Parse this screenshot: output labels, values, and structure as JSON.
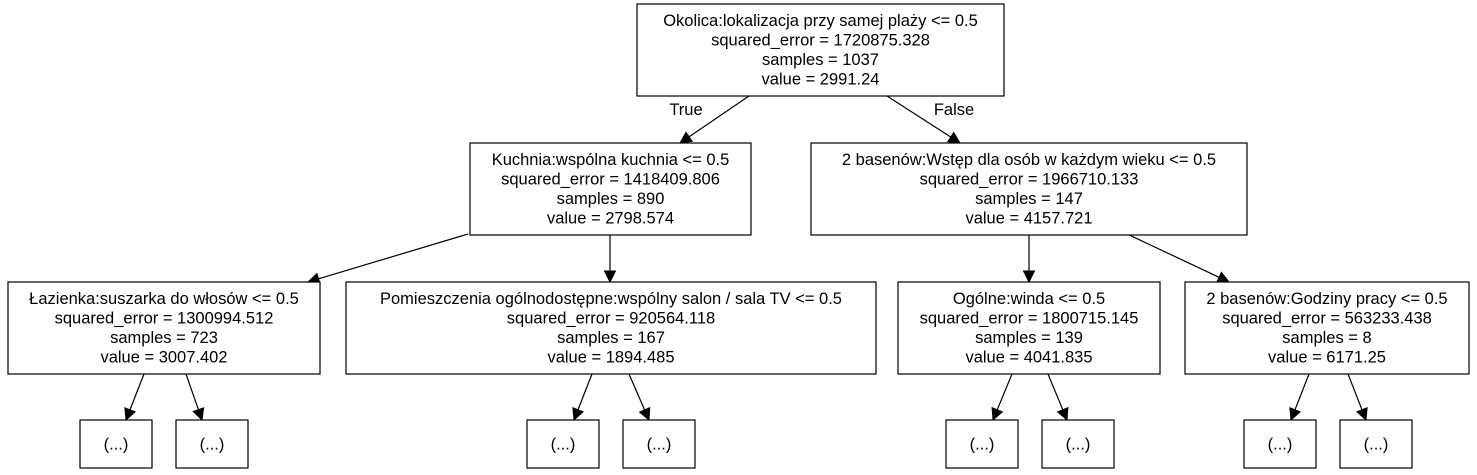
{
  "nodes": [
    {
      "id": "n0",
      "lines": [
        "Okolica:lokalizacja przy samej plaży <= 0.5",
        "squared_error = 1720875.328",
        "samples = 1037",
        "value = 2991.24"
      ]
    },
    {
      "id": "n1",
      "lines": [
        "Kuchnia:wspólna kuchnia <= 0.5",
        "squared_error = 1418409.806",
        "samples = 890",
        "value = 2798.574"
      ]
    },
    {
      "id": "n2",
      "lines": [
        "2 basenów:Wstęp dla osób w każdym wieku <= 0.5",
        "squared_error = 1966710.133",
        "samples = 147",
        "value = 4157.721"
      ]
    },
    {
      "id": "n3",
      "lines": [
        "Łazienka:suszarka do włosów <= 0.5",
        "squared_error = 1300994.512",
        "samples = 723",
        "value = 3007.402"
      ]
    },
    {
      "id": "n4",
      "lines": [
        "Pomieszczenia ogólnodostępne:wspólny salon / sala TV <= 0.5",
        "squared_error = 920564.118",
        "samples = 167",
        "value = 1894.485"
      ]
    },
    {
      "id": "n5",
      "lines": [
        "Ogólne:winda <= 0.5",
        "squared_error = 1800715.145",
        "samples = 139",
        "value = 4041.835"
      ]
    },
    {
      "id": "n6",
      "lines": [
        "2 basenów:Godziny pracy <= 0.5",
        "squared_error = 563233.438",
        "samples = 8",
        "value = 6171.25"
      ]
    },
    {
      "id": "t0",
      "lines": [
        "(...)"
      ]
    },
    {
      "id": "t1",
      "lines": [
        "(...)"
      ]
    },
    {
      "id": "t2",
      "lines": [
        "(...)"
      ]
    },
    {
      "id": "t3",
      "lines": [
        "(...)"
      ]
    },
    {
      "id": "t4",
      "lines": [
        "(...)"
      ]
    },
    {
      "id": "t5",
      "lines": [
        "(...)"
      ]
    },
    {
      "id": "t6",
      "lines": [
        "(...)"
      ]
    },
    {
      "id": "t7",
      "lines": [
        "(...)"
      ]
    }
  ],
  "edges": [
    {
      "from": "n0",
      "to": "n1",
      "label": "True"
    },
    {
      "from": "n0",
      "to": "n2",
      "label": "False"
    },
    {
      "from": "n1",
      "to": "n3",
      "label": ""
    },
    {
      "from": "n1",
      "to": "n4",
      "label": ""
    },
    {
      "from": "n2",
      "to": "n5",
      "label": ""
    },
    {
      "from": "n2",
      "to": "n6",
      "label": ""
    },
    {
      "from": "n3",
      "to": "t0",
      "label": ""
    },
    {
      "from": "n3",
      "to": "t1",
      "label": ""
    },
    {
      "from": "n4",
      "to": "t2",
      "label": ""
    },
    {
      "from": "n4",
      "to": "t3",
      "label": ""
    },
    {
      "from": "n5",
      "to": "t4",
      "label": ""
    },
    {
      "from": "n5",
      "to": "t5",
      "label": ""
    },
    {
      "from": "n6",
      "to": "t6",
      "label": ""
    },
    {
      "from": "n6",
      "to": "t7",
      "label": ""
    }
  ]
}
